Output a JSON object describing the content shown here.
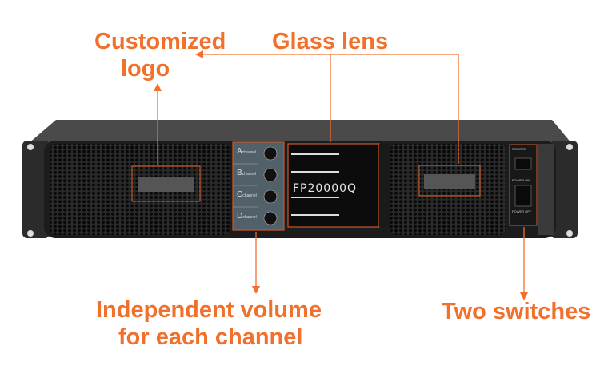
{
  "callouts": {
    "logo_line1": "Customized",
    "logo_line2": "logo",
    "glass_lens": "Glass lens",
    "volume_line1": "Independent volume",
    "volume_line2": "for each channel",
    "switches": "Two switches"
  },
  "device": {
    "model": "FP20000Q",
    "channels": [
      "A",
      "B",
      "C",
      "D"
    ],
    "channel_suffix": "channel",
    "switch_labels": [
      "REMOTE",
      "POWER ON",
      "POWER OFF"
    ]
  },
  "colors": {
    "accent": "#f0702c",
    "chassis": "#1c1c1c"
  }
}
